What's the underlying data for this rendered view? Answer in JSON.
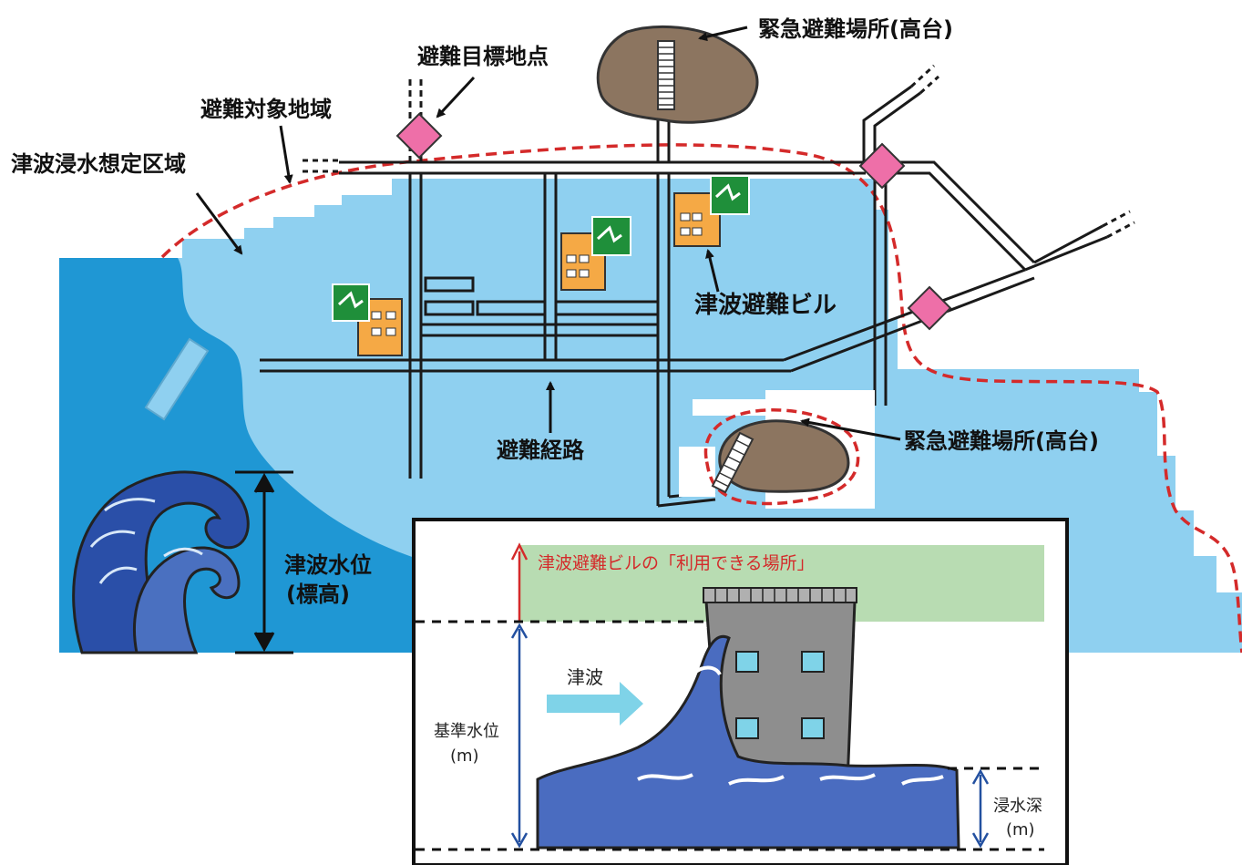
{
  "labels": {
    "high_ground_top": "緊急避難場所(高台)",
    "target_point": "避難目標地点",
    "target_area": "避難対象地域",
    "inundation_area": "津波浸水想定区域",
    "evac_building": "津波避難ビル",
    "evac_route": "避難経路",
    "high_ground_bottom": "緊急避難場所(高台)",
    "tsunami_height_1": "津波水位",
    "tsunami_height_2": "(標高)"
  },
  "inset": {
    "usable_area": "津波避難ビルの「利用できる場所」",
    "tsunami": "津波",
    "base_level_1": "基準水位",
    "base_level_2": "(m)",
    "depth_1": "浸水深",
    "depth_2": "(m)"
  },
  "colors": {
    "deep_sea": "#1f97d4",
    "shallow_area": "#8fd0f0",
    "hill": "#8c7560",
    "boundary": "#d42a2a",
    "target_marker": "#ee6fa8",
    "building": "#f5a945",
    "exit_sign": "#1f8f3a",
    "usable_zone": "#b8dcb2",
    "level_line": "#2350a0"
  },
  "icons": [
    "tsunami-wave-icon",
    "evacuation-building-icon",
    "emergency-exit-icon",
    "arrow-right-icon"
  ]
}
